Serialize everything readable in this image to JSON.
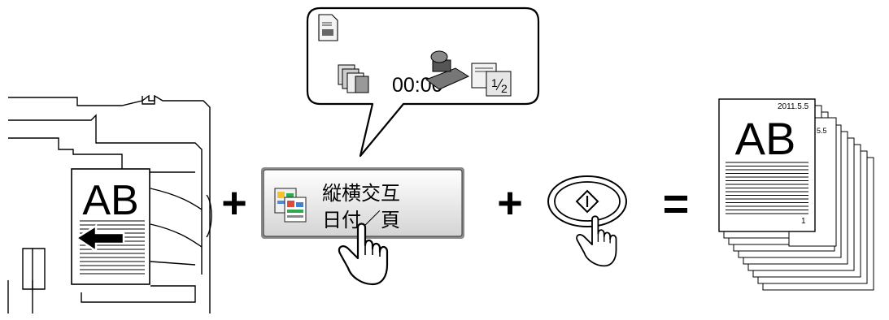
{
  "original_text": "AB",
  "operators": {
    "plus1": "+",
    "plus2": "+",
    "equals": "="
  },
  "callout": {
    "time_text": "00:00"
  },
  "function_button": {
    "line1": "縦横交互",
    "line2": "日付／頁",
    "icon": "rotate-sort-icon"
  },
  "start_button": {
    "icon": "start-diamond-icon"
  },
  "hand_icon": "pointing-hand-icon",
  "output": {
    "front_text": "AB",
    "date": "2011.5.5",
    "back_date": "5.5",
    "page_number": "1"
  }
}
